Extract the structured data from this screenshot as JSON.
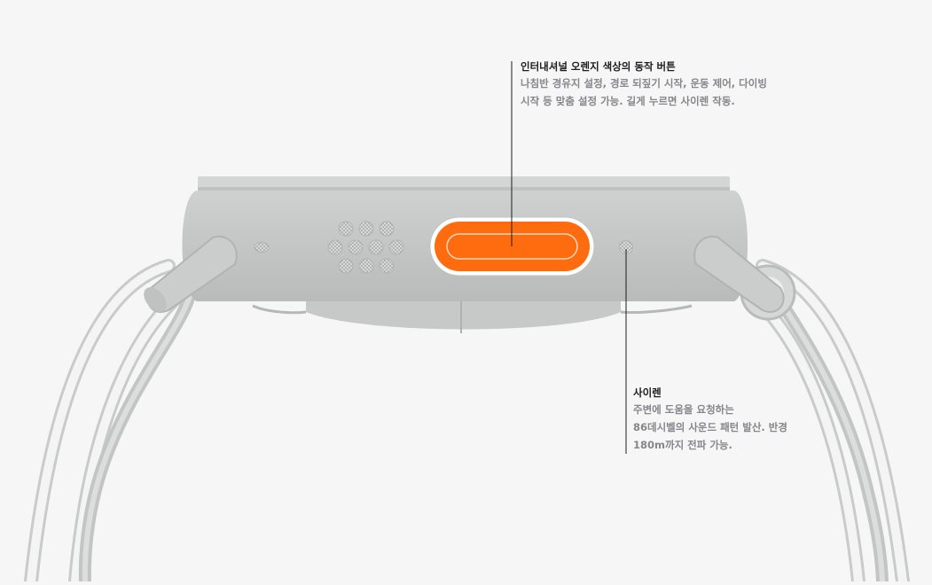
{
  "action_button_callout": {
    "title": "인터내셔널 오렌지 색상의 동작 버튼",
    "description_lines": [
      "나침반 경유지 설정, 경로 되짚기 시작, 운동 제어, 다이빙",
      "시작 등 맞춤 설정 가능. 길게 누르면 사이렌 작동."
    ]
  },
  "siren_callout": {
    "title": "사이렌",
    "description_lines": [
      "주변에 도움을 요청하는",
      "86데시벨의 사운드 패턴 발산. 반경",
      "180m까지 전파 가능."
    ]
  },
  "colors": {
    "background": "#f6f6f6",
    "case": "#c5c8c7",
    "case_light": "#d8dad9",
    "case_dark": "#a9adac",
    "action_button": "#ff6b0f",
    "band": "#c8cac9",
    "leader_line": "#1d1d1f"
  }
}
